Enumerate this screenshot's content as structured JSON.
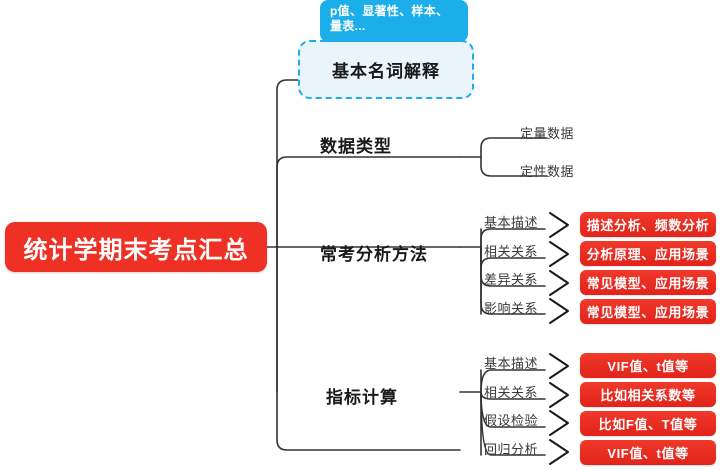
{
  "diagram": {
    "type": "mindmap",
    "title": "统计学期末考点汇总",
    "colors": {
      "root_fill": "#EE3124",
      "chip_fill": "#E2231A",
      "tooltip_fill": "#1BAEE8",
      "dashed_border": "#1BAEE8",
      "dashed_fill": "#EAF4FB",
      "wire": "#333333",
      "background": "#FFFFFF"
    },
    "root": {
      "label": "统计学期末考点汇总"
    },
    "tooltip": {
      "text": "p值、显著性、样本、量表..."
    },
    "branches": [
      {
        "label": "基本名词解释",
        "style": "dashed-highlight",
        "children": []
      },
      {
        "label": "数据类型",
        "style": "plain",
        "children": [
          {
            "label": "定量数据",
            "chip": null
          },
          {
            "label": "定性数据",
            "chip": null
          }
        ]
      },
      {
        "label": "常考分析方法",
        "style": "plain",
        "children": [
          {
            "label": "基本描述",
            "chip": "描述分析、频数分析"
          },
          {
            "label": "相关关系",
            "chip": "分析原理、应用场景"
          },
          {
            "label": "差异关系",
            "chip": "常见模型、应用场景"
          },
          {
            "label": "影响关系",
            "chip": "常见模型、应用场景"
          }
        ]
      },
      {
        "label": "指标计算",
        "style": "plain",
        "children": [
          {
            "label": "基本描述",
            "chip": "VIF值、t值等"
          },
          {
            "label": "相关关系",
            "chip": "比如相关系数等"
          },
          {
            "label": "假设检验",
            "chip": "比如F值、T值等"
          },
          {
            "label": "回归分析",
            "chip": "VIF值、t值等"
          }
        ]
      }
    ]
  }
}
